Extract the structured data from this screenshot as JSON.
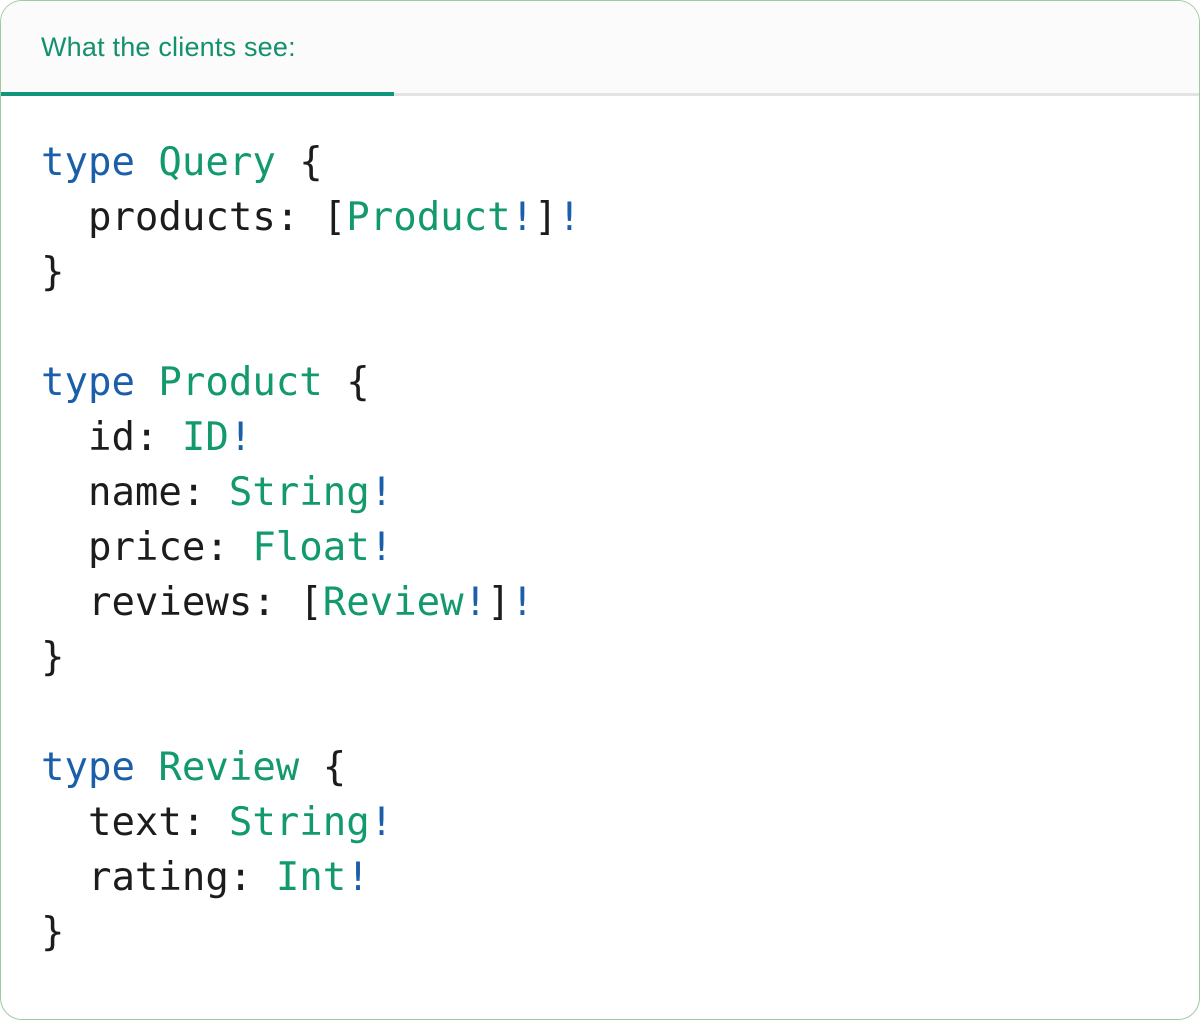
{
  "tab": {
    "label": "What the clients see:"
  },
  "colors": {
    "teal": "#12916c",
    "teal_line": "#12967b",
    "gray_line": "#e3e3e3",
    "border_green": "#9ecb9e",
    "keyword_blue": "#1b5ea9",
    "type_green": "#12996e",
    "code_dark": "#1c1c1c",
    "tabbar_bg": "#fbfbfb"
  },
  "code": {
    "language": "graphql",
    "lines": [
      [
        [
          "kw",
          "type"
        ],
        [
          "pl",
          " "
        ],
        [
          "ty",
          "Query"
        ],
        [
          "pl",
          " {"
        ]
      ],
      [
        [
          "pl",
          "  products: ["
        ],
        [
          "ty",
          "Product"
        ],
        [
          "bg",
          "!"
        ],
        [
          "pl",
          "]"
        ],
        [
          "bg",
          "!"
        ]
      ],
      [
        [
          "pl",
          "}"
        ]
      ],
      [],
      [
        [
          "kw",
          "type"
        ],
        [
          "pl",
          " "
        ],
        [
          "ty",
          "Product"
        ],
        [
          "pl",
          " {"
        ]
      ],
      [
        [
          "pl",
          "  id: "
        ],
        [
          "ty",
          "ID"
        ],
        [
          "bg",
          "!"
        ]
      ],
      [
        [
          "pl",
          "  name: "
        ],
        [
          "ty",
          "String"
        ],
        [
          "bg",
          "!"
        ]
      ],
      [
        [
          "pl",
          "  price: "
        ],
        [
          "ty",
          "Float"
        ],
        [
          "bg",
          "!"
        ]
      ],
      [
        [
          "pl",
          "  reviews: ["
        ],
        [
          "ty",
          "Review"
        ],
        [
          "bg",
          "!"
        ],
        [
          "pl",
          "]"
        ],
        [
          "bg",
          "!"
        ]
      ],
      [
        [
          "pl",
          "}"
        ]
      ],
      [],
      [
        [
          "kw",
          "type"
        ],
        [
          "pl",
          " "
        ],
        [
          "ty",
          "Review"
        ],
        [
          "pl",
          " {"
        ]
      ],
      [
        [
          "pl",
          "  text: "
        ],
        [
          "ty",
          "String"
        ],
        [
          "bg",
          "!"
        ]
      ],
      [
        [
          "pl",
          "  rating: "
        ],
        [
          "ty",
          "Int"
        ],
        [
          "bg",
          "!"
        ]
      ],
      [
        [
          "pl",
          "}"
        ]
      ]
    ]
  }
}
